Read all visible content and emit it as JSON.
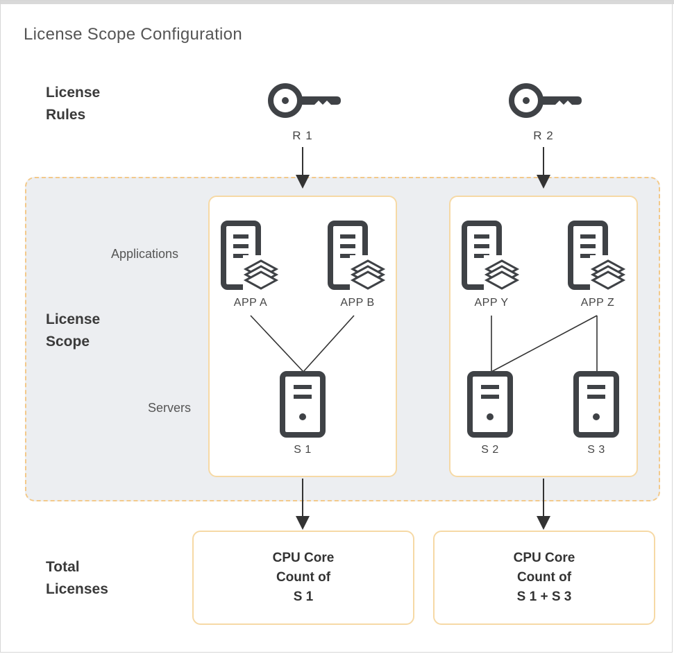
{
  "title": "License Scope Configuration",
  "row_labels": {
    "rules": [
      "License",
      "Rules"
    ],
    "scope": [
      "License",
      "Scope"
    ],
    "total": [
      "Total",
      "Licenses"
    ]
  },
  "sub_labels": {
    "applications": "Applications",
    "servers": "Servers"
  },
  "rules": [
    {
      "label": "R 1"
    },
    {
      "label": "R 2"
    }
  ],
  "groups": [
    {
      "apps": [
        {
          "label": "APP A"
        },
        {
          "label": "APP B"
        }
      ],
      "servers": [
        {
          "label": "S 1"
        }
      ],
      "total": [
        "CPU Core",
        "Count of",
        "S 1"
      ]
    },
    {
      "apps": [
        {
          "label": "APP Y"
        },
        {
          "label": "APP Z"
        }
      ],
      "servers": [
        {
          "label": "S 2"
        },
        {
          "label": "S 3"
        }
      ],
      "total": [
        "CPU Core",
        "Count of",
        "S 1 + S 3"
      ]
    }
  ],
  "colors": {
    "icon": "#3f4246",
    "scope_background": "#eceef1",
    "accent_border": "#f3c98a"
  }
}
